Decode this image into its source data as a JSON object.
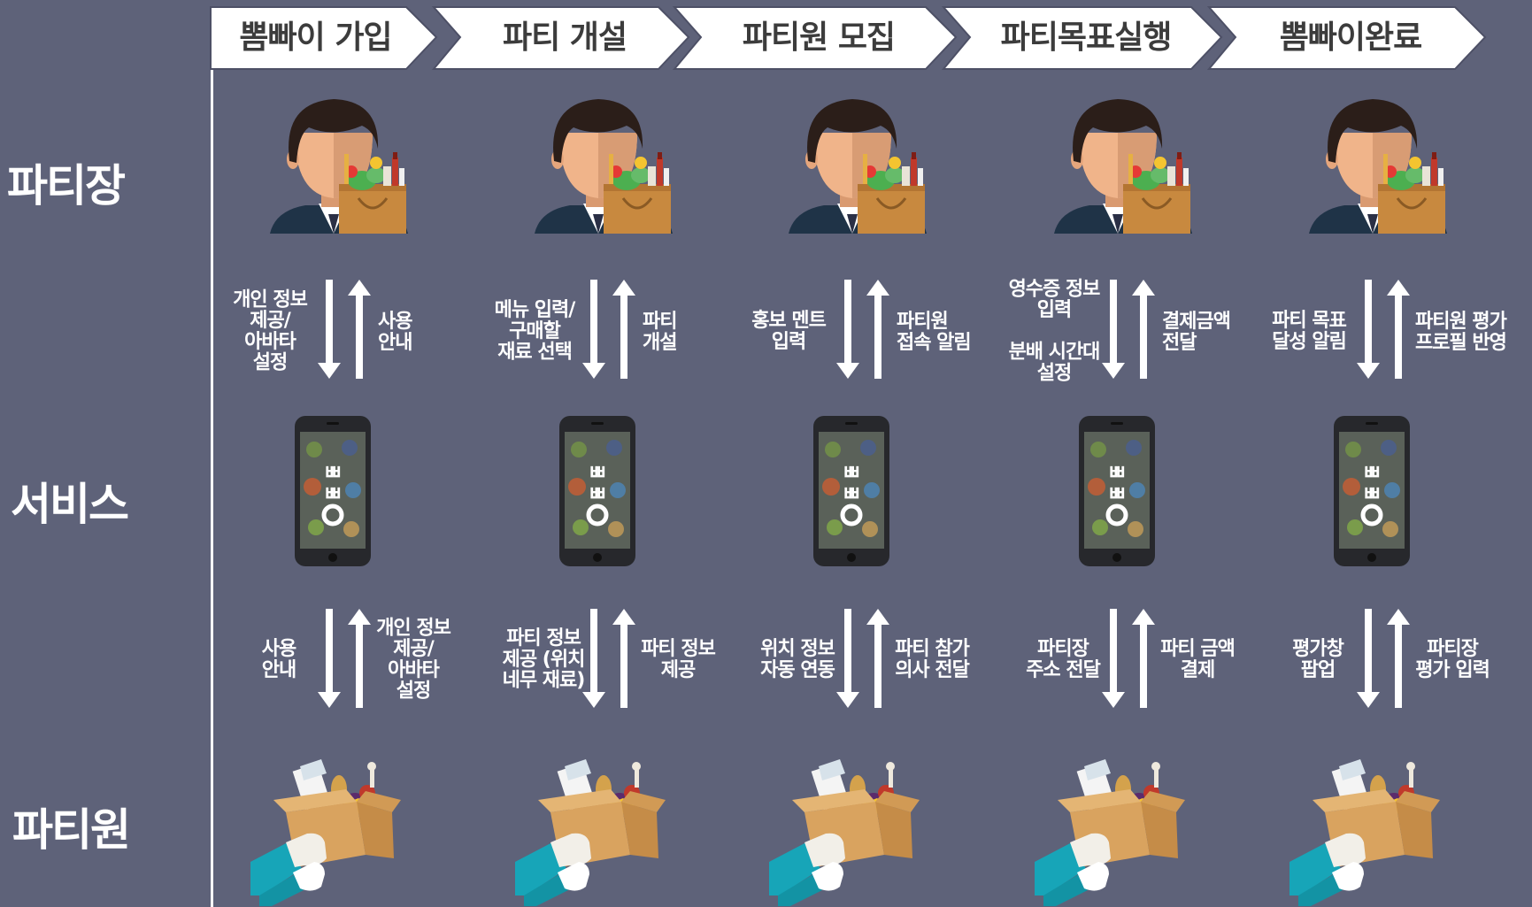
{
  "colors": {
    "background": "#5e6279",
    "chevron_fill": "#ffffff",
    "chevron_text": "#3c3c3c",
    "divider": "#ffffff",
    "arrow": "#ffffff",
    "text": "#ffffff"
  },
  "rows": {
    "leader": "파티장",
    "service": "서비스",
    "member": "파티원"
  },
  "stages": [
    {
      "title": "뽐빠이 가입",
      "leader_to_service": [
        "개인 정보",
        "제공/",
        "아바타",
        "설정"
      ],
      "service_to_leader": [
        "사용",
        "안내"
      ],
      "service_to_member": [
        "사용",
        "안내"
      ],
      "member_to_service": [
        "개인 정보",
        "제공/",
        "아바타",
        "설정"
      ]
    },
    {
      "title": "파티 개설",
      "leader_to_service": [
        "메뉴 입력/",
        "구매할",
        "재료 선택"
      ],
      "service_to_leader": [
        "파티",
        "개설"
      ],
      "service_to_member": [
        "파티 정보",
        "제공 (위치",
        "네무 재료)"
      ],
      "member_to_service": [
        "파티 정보",
        "제공"
      ]
    },
    {
      "title": "파티원 모집",
      "leader_to_service": [
        "홍보 멘트",
        "입력"
      ],
      "service_to_leader": [
        "파티원",
        "접속 알림"
      ],
      "service_to_member": [
        "위치 정보",
        "자동 연동"
      ],
      "member_to_service": [
        "파티 참가",
        "의사 전달"
      ]
    },
    {
      "title": "파티목표실행",
      "leader_to_service": [
        "영수증 정보",
        "입력",
        "",
        "분배 시간대",
        "설정"
      ],
      "service_to_leader": [
        "결제금액",
        "전달"
      ],
      "service_to_member": [
        "파티장",
        "주소 전달"
      ],
      "member_to_service": [
        "파티 금액",
        "결제"
      ]
    },
    {
      "title": "뽐빠이완료",
      "leader_to_service": [
        "파티 목표",
        "달성 알림"
      ],
      "service_to_leader": [
        "파티원 평가",
        "프로필 반영"
      ],
      "service_to_member": [
        "평가창",
        "팝업"
      ],
      "member_to_service": [
        "파티장",
        "평가 입력"
      ]
    }
  ],
  "icons": {
    "leader": "person-with-grocery-bag-icon",
    "service": "smartphone-app-icon",
    "member": "hands-holding-grocery-box-icon"
  }
}
